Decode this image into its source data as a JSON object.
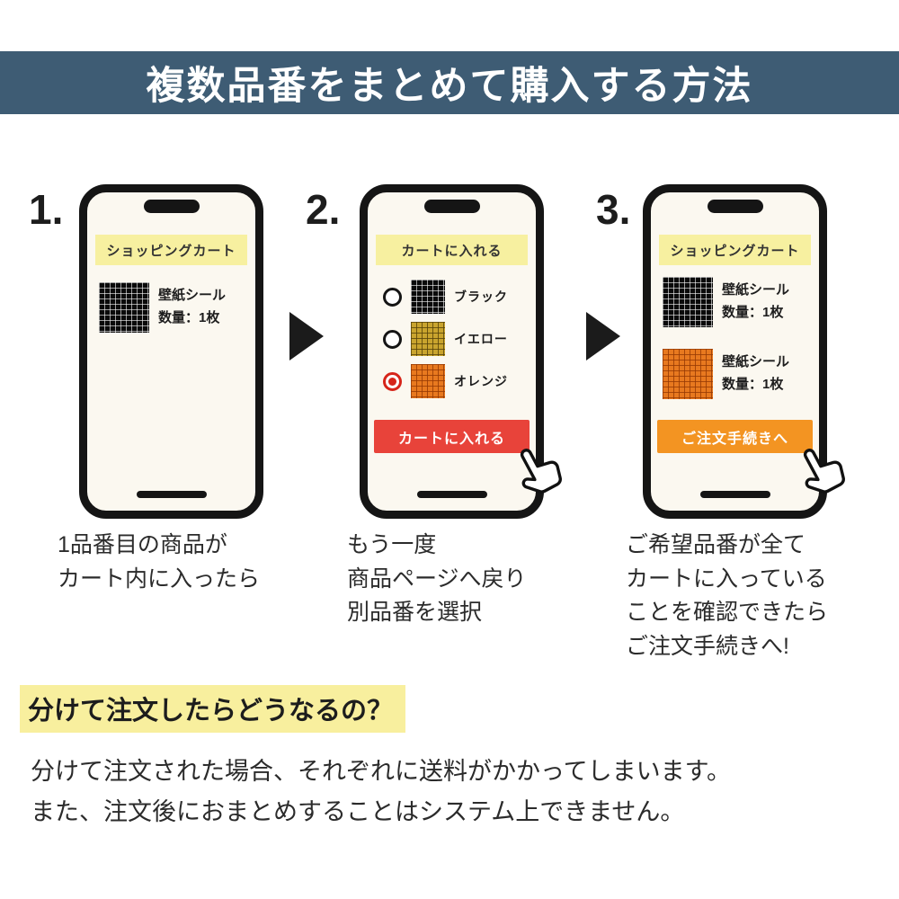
{
  "colors": {
    "header_bg": "#3e5c74",
    "screen_banner_yellow": "#f7f0a0",
    "highlight_yellow": "#f8ef9e",
    "red_button": "#e8433a",
    "orange_button": "#f39422",
    "radio_selected": "#d6251a",
    "swatch_black": "#0a0a0a",
    "swatch_yellow": "#c9a42e",
    "swatch_orange": "#e8791f"
  },
  "header": {
    "title": "複数品番をまとめて購入する方法"
  },
  "steps": [
    {
      "number": "1.",
      "screen_title": "ショッピングカート",
      "items": [
        {
          "swatch": "black",
          "name": "壁紙シール",
          "qty": "数量：1枚"
        }
      ],
      "caption": [
        "1品番目の商品が",
        "カート内に入ったら"
      ]
    },
    {
      "number": "2.",
      "screen_title": "カートに入れる",
      "options": [
        {
          "swatch": "black",
          "label": "ブラック",
          "selected": false
        },
        {
          "swatch": "yellow",
          "label": "イエロー",
          "selected": false
        },
        {
          "swatch": "orange",
          "label": "オレンジ",
          "selected": true
        }
      ],
      "button": "カートに入れる",
      "caption": [
        "もう一度",
        "商品ページへ戻り",
        "別品番を選択"
      ]
    },
    {
      "number": "3.",
      "screen_title": "ショッピングカート",
      "items": [
        {
          "swatch": "black",
          "name": "壁紙シール",
          "qty": "数量：1枚"
        },
        {
          "swatch": "orange",
          "name": "壁紙シール",
          "qty": "数量：1枚"
        }
      ],
      "button": "ご注文手続きへ",
      "caption": [
        "ご希望品番が全て",
        "カートに入っている",
        "ことを確認できたら",
        "ご注文手続きへ!"
      ]
    }
  ],
  "footer": {
    "heading": "分けて注文したらどうなるの？",
    "body": [
      "分けて注文された場合、それぞれに送料がかかってしまいます。",
      "また、注文後におまとめすることはシステム上できません。"
    ]
  }
}
